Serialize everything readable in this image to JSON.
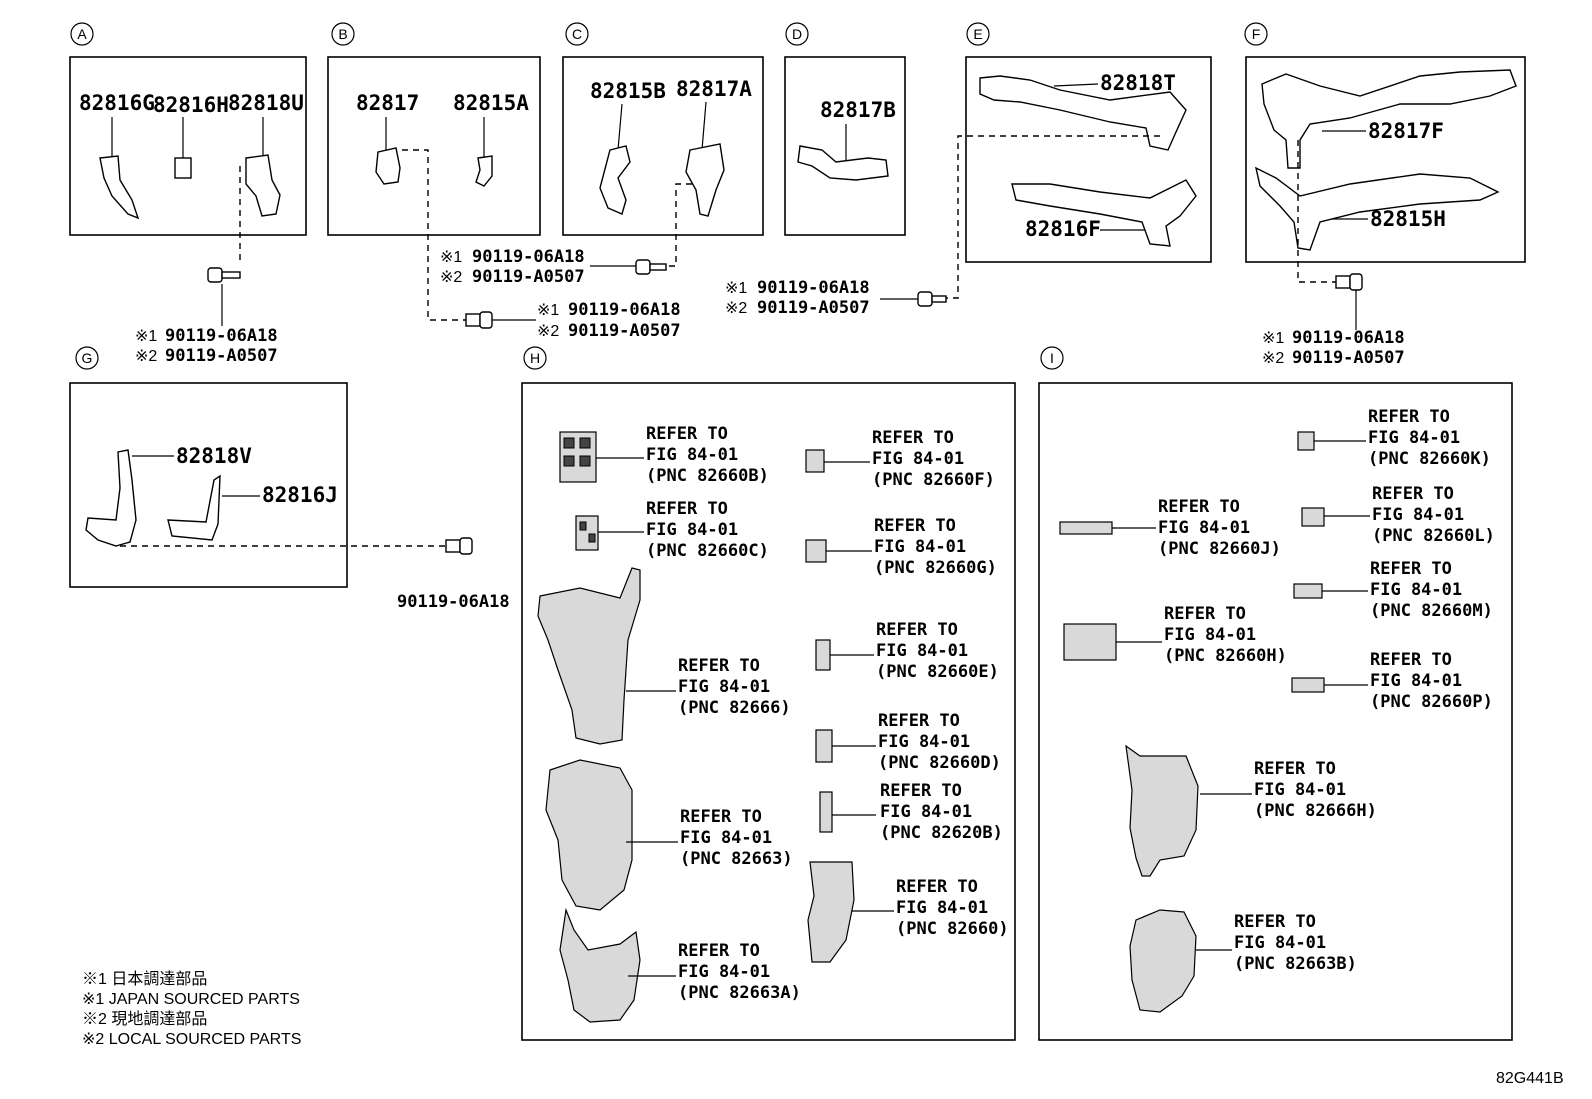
{
  "section_labels": [
    "A",
    "B",
    "C",
    "D",
    "E",
    "F",
    "G",
    "H",
    "I"
  ],
  "parts": {
    "a1": "82816G",
    "a2": "82816H",
    "a3": "82818U",
    "b1": "82817",
    "b2": "82815A",
    "c1": "82815B",
    "c2": "82817A",
    "d1": "82817B",
    "e1": "82818T",
    "e2": "82816F",
    "f1": "82817F",
    "f2": "82815H",
    "g1": "82818V",
    "g2": "82816J"
  },
  "bolts": {
    "mark1": "※1",
    "mark2": "※2",
    "b1": "90119-06A18",
    "b2": "90119-A0507",
    "g_bolt": "90119-06A18"
  },
  "refer": {
    "line1": "REFER TO",
    "line2": "FIG 84-01",
    "h": [
      "(PNC 82660B)",
      "(PNC 82660C)",
      "(PNC 82666)",
      "(PNC 82663)",
      "(PNC 82663A)",
      "(PNC 82660F)",
      "(PNC 82660G)",
      "(PNC 82660E)",
      "(PNC 82660D)",
      "(PNC 82620B)",
      "(PNC 82660)"
    ],
    "i": [
      "(PNC 82660K)",
      "(PNC 82660J)",
      "(PNC 82660L)",
      "(PNC 82660M)",
      "(PNC 82660H)",
      "(PNC 82660P)",
      "(PNC 82666H)",
      "(PNC 82663B)"
    ]
  },
  "notes": [
    "※1 日本調達部品",
    "※1 JAPAN SOURCED PARTS",
    "※2 現地調達部品",
    "※2 LOCAL SOURCED PARTS"
  ],
  "figure_code": "82G441B"
}
